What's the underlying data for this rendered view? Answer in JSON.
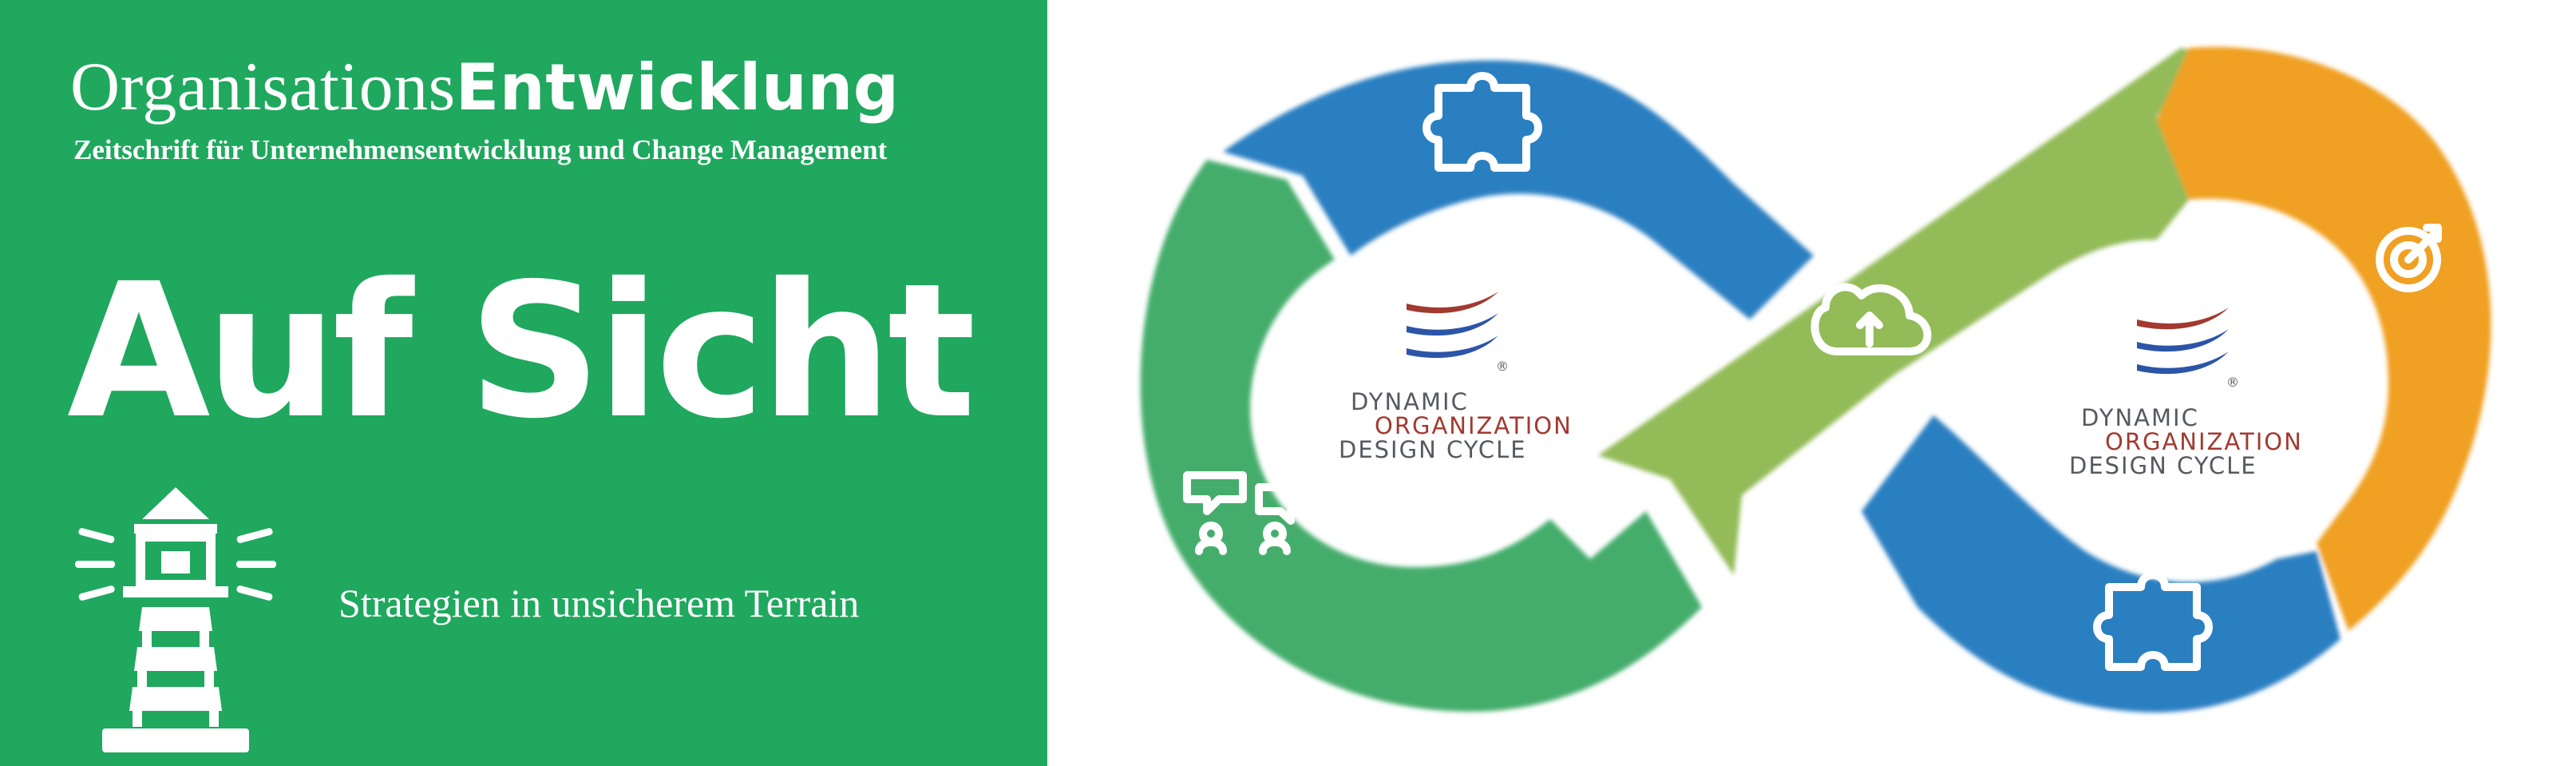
{
  "magazine": {
    "title_regular": "Organisations",
    "title_bold": "Entwicklung",
    "subtitle": "Zeitschrift für Unternehmensentwicklung und Change Management"
  },
  "headline": "Auf Sicht",
  "tagline": "Strategien in unsicherem Terrain",
  "logo": {
    "line1": "DYNAMIC",
    "line2": "ORGANIZATION",
    "line3": "DESIGN CYCLE",
    "registered_mark": "®"
  },
  "colors": {
    "cover_green": "#1fa85e",
    "segment_blue": "#2a7fc1",
    "segment_green": "#46b070",
    "segment_lime": "#93bb58",
    "segment_orange": "#f0a022",
    "logo_red": "#a23a30"
  },
  "icons": [
    "lighthouse-icon",
    "puzzle-icon",
    "chat-people-icon",
    "cloud-upload-icon",
    "target-icon",
    "puzzle-icon"
  ]
}
